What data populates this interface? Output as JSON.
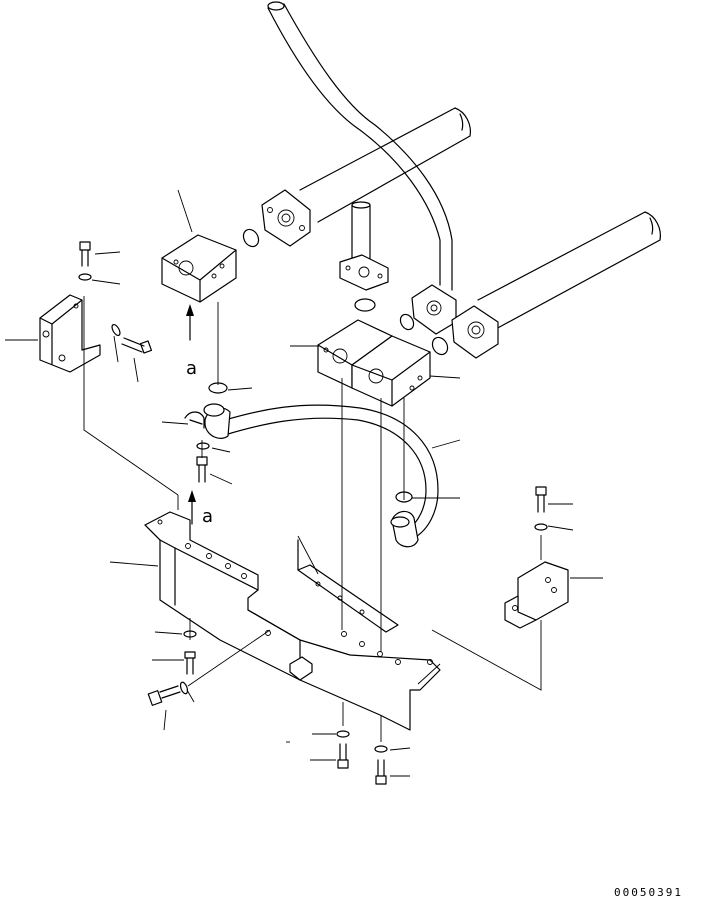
{
  "view_marks": [
    {
      "id": "upper",
      "letter": "a"
    },
    {
      "id": "lower",
      "letter": "a"
    }
  ],
  "drawing_code": "00050391"
}
